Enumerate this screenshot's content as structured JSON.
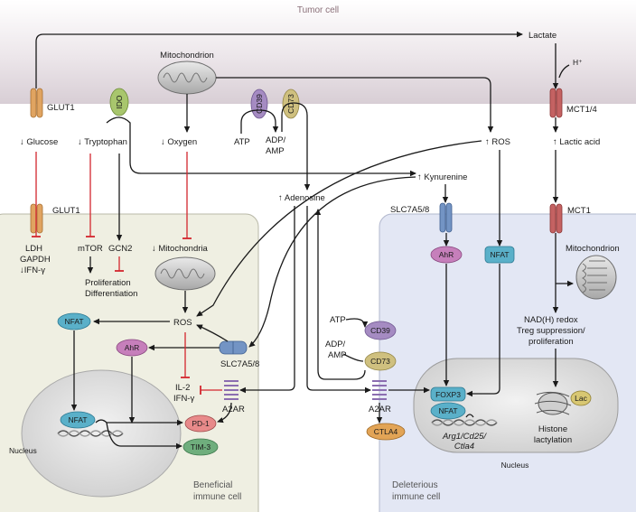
{
  "regions": {
    "tumor_cell": "Tumor cell",
    "beneficial_cell": [
      "Beneficial",
      "immune cell"
    ],
    "deleterious_cell": [
      "Deleterious",
      "immune cell"
    ],
    "nucleus_left": "Nucleus",
    "nucleus_right": "Nucleus"
  },
  "tumor": {
    "mitochondrion": "Mitochondrion",
    "lactate": "Lactate",
    "h_plus": "H⁺",
    "glut1": "GLUT1",
    "ido": "IDO",
    "cd39": "CD39",
    "cd73": "CD73",
    "mct14": "MCT1/4"
  },
  "tme": {
    "glucose": "Glucose",
    "tryptophan": "Tryptophan",
    "oxygen": "Oxygen",
    "atp": "ATP",
    "adp_amp": [
      "ADP/",
      "AMP"
    ],
    "ros": "ROS",
    "lactic_acid": "Lactic acid",
    "kynurenine": "Kynurenine",
    "adenosine": "Adenosine"
  },
  "beneficial": {
    "glut1": "GLUT1",
    "ldh": [
      "LDH",
      "GAPDH",
      "IFN-γ"
    ],
    "mtor": "mTOR",
    "gcn2": "GCN2",
    "prolif": [
      "Proliferation",
      "Differentiation"
    ],
    "mitochondria": "Mitochondria",
    "ros": "ROS",
    "nfat": "NFAT",
    "ahr": "AhR",
    "slc": "SLC7A5/8",
    "il2": [
      "IL-2",
      "IFN-γ"
    ],
    "a2ar": "A2AR",
    "pd1": "PD-1",
    "tim3": "TIM-3",
    "nucleus_nfat": "NFAT"
  },
  "deleterious": {
    "slc": "SLC7A5/8",
    "ahr": "AhR",
    "nfat": "NFAT",
    "mct1": "MCT1",
    "mitochondrion": "Mitochondrion",
    "atp": "ATP",
    "adp_amp": [
      "ADP/",
      "AMP"
    ],
    "cd39": "CD39",
    "cd73": "CD73",
    "a2ar": "A2AR",
    "ctla4": "CTLA4",
    "foxp3": "FOXP3",
    "nfat_nuc": "NFAT",
    "genes": [
      "Arg1/Cd25/",
      "Ctla4"
    ],
    "nad": [
      "NAD(H) redox",
      "Treg suppression/",
      "proliferation"
    ],
    "lac": "Lac",
    "histone": [
      "Histone",
      "lactylation"
    ]
  },
  "colors": {
    "tumor_bg": "#e6dfe4",
    "beneficial_bg": "#efefe2",
    "deleterious_bg": "#e3e7f4",
    "nucleus_bg": "#dcdcdc",
    "inhibit": "#d3262e",
    "nfat": "#5ab0c9",
    "ahr": "#c67fbb",
    "cd39": "#a58bc2",
    "cd73": "#cfc07f",
    "ido": "#a8c66d",
    "pd1": "#e88a8a",
    "tim3": "#6fae7d",
    "ctla4": "#e2a456",
    "glut": "#e0a461",
    "mct": "#c46262",
    "slc": "#7394c4",
    "a2ar": "#8b6db0"
  }
}
